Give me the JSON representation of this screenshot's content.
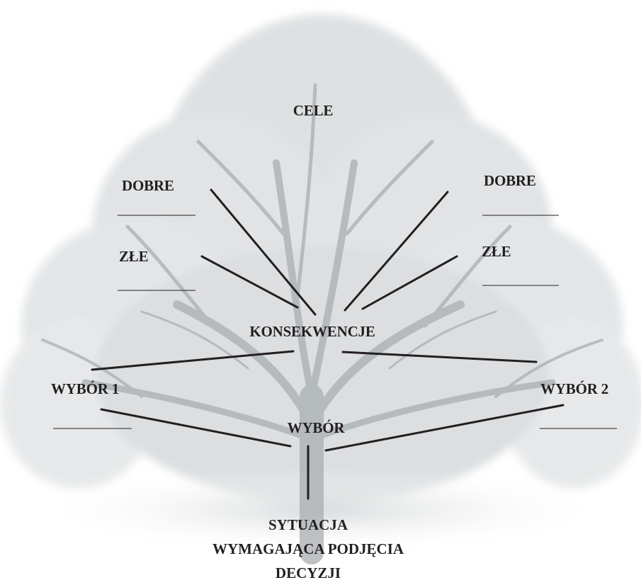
{
  "labels": {
    "cele": "CELE",
    "dobre_left": "DOBRE",
    "dobre_right": "DOBRE",
    "zle_left": "ZŁE",
    "zle_right": "ZŁE",
    "konsekwencje": "KONSEKWENCJE",
    "wybor_1": "WYBÓR 1",
    "wybor_2": "WYBÓR 2",
    "wybor": "WYBÓR",
    "situation_lines": [
      "SYTUACJA",
      "WYMAGAJĄCA PODJĘCIA",
      "DECYZJI"
    ]
  },
  "colors": {
    "text": "#231f20",
    "lines": "#231f20",
    "tree_foliage": "#c9cdd0",
    "tree_branches": "#a9aeb2"
  }
}
